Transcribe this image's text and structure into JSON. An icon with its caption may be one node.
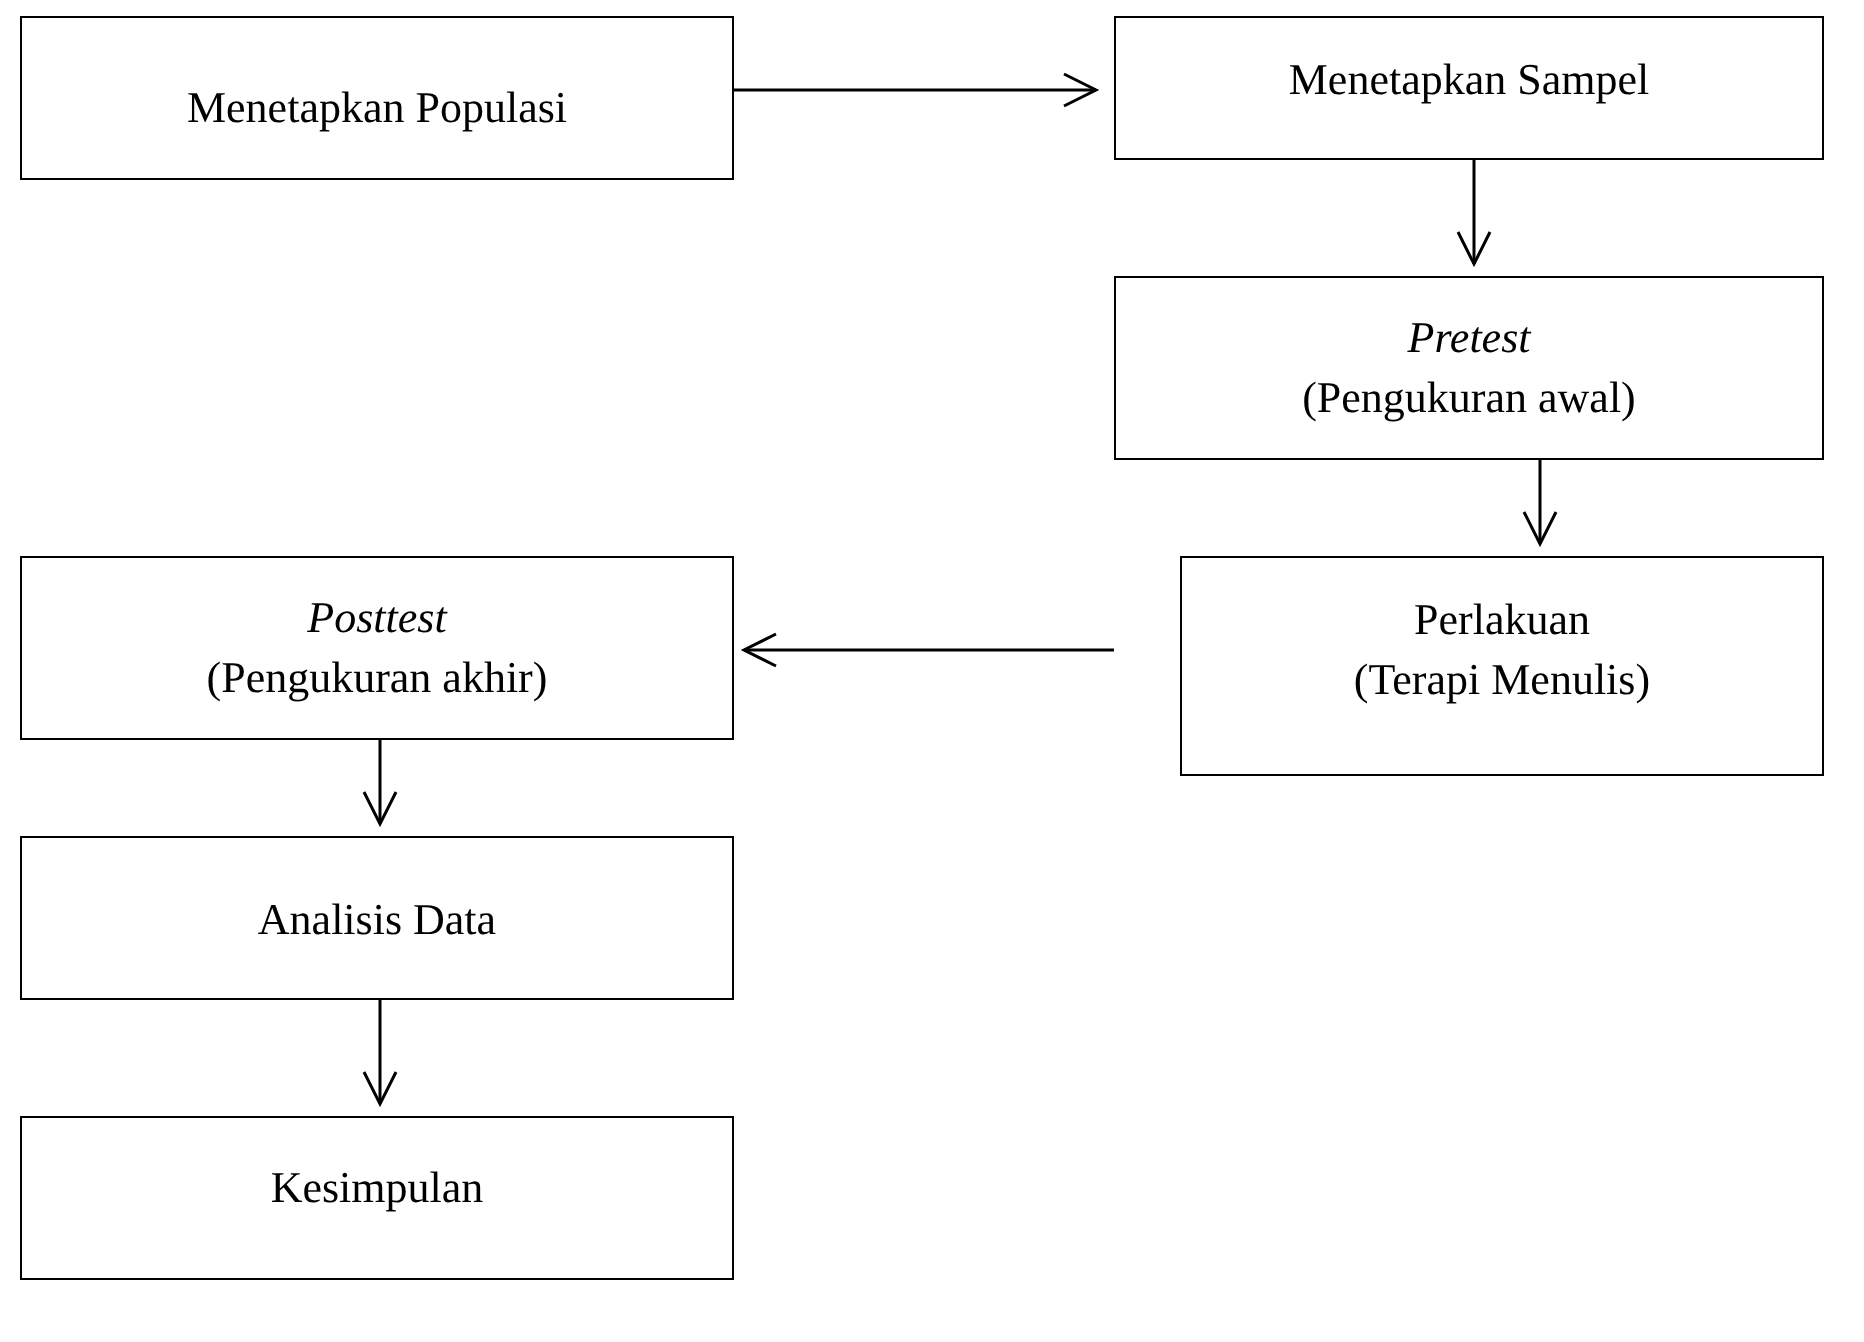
{
  "diagram": {
    "nodes": [
      {
        "text": [
          "Menetapkan Populasi"
        ]
      },
      {
        "text": [
          "Menetapkan Sampel"
        ]
      },
      {
        "text": [
          "Pretest",
          "(Pengukuran awal)"
        ]
      },
      {
        "text": [
          "Perlakuan",
          "(Terapi Menulis)"
        ]
      },
      {
        "text": [
          "Posttest",
          "(Pengukuran akhir)"
        ]
      },
      {
        "text": [
          "Analisis Data"
        ]
      },
      {
        "text": [
          "Kesimpulan"
        ]
      }
    ],
    "edges": [
      {
        "from": 0,
        "to": 1,
        "arrow": "to"
      },
      {
        "from": 1,
        "to": 2,
        "arrow": "to"
      },
      {
        "from": 2,
        "to": 3,
        "arrow": "to"
      },
      {
        "from": 3,
        "to": 4,
        "arrow": "to"
      },
      {
        "from": 4,
        "to": 5,
        "arrow": "to"
      },
      {
        "from": 5,
        "to": 6,
        "arrow": "to"
      }
    ]
  }
}
